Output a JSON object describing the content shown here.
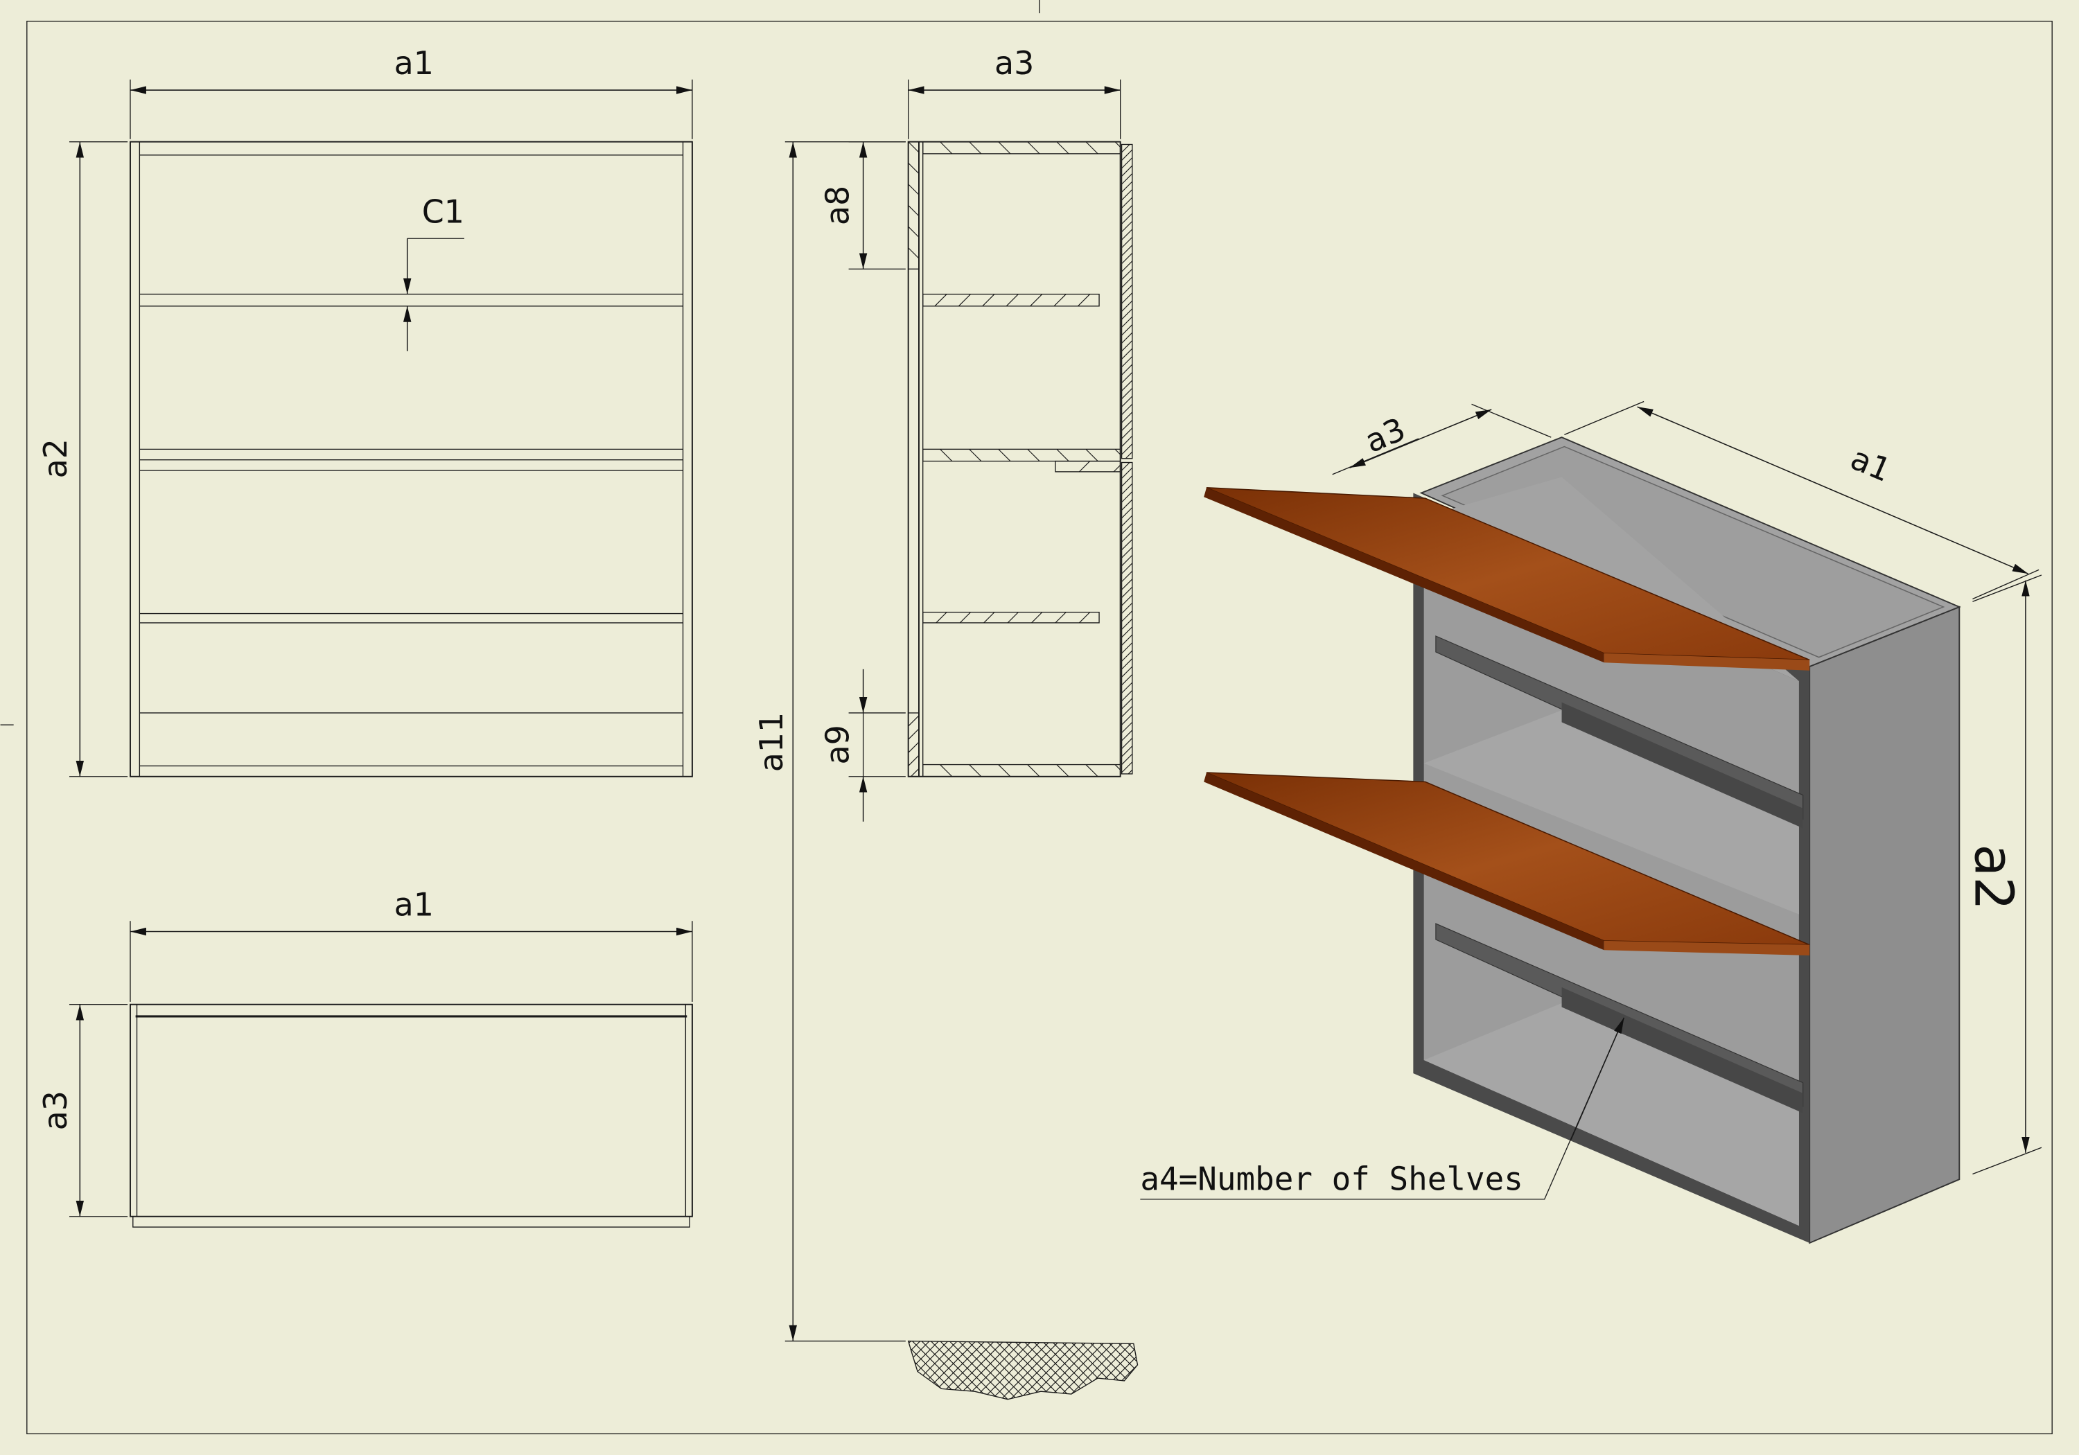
{
  "sheet": {
    "background": "#ededd8",
    "line_color": "#1a1a1a"
  },
  "front_view": {
    "width_label": "a1",
    "height_label": "a2",
    "clearance_label": "C1"
  },
  "plan_view": {
    "width_label": "a1",
    "depth_label": "a3"
  },
  "section_view": {
    "depth_label": "a3",
    "top_offset_label": "a8",
    "bottom_offset_label": "a9",
    "mount_height_label": "a11"
  },
  "iso_view": {
    "depth_label": "a3",
    "width_label": "a1",
    "height_label": "a2",
    "annotation": "a4=Number of Shelves",
    "colors": {
      "wood": "#8a3a0c",
      "wood_light": "#a4501a",
      "carcass": "#a0a0a0",
      "side": "#8e8e8e",
      "dark": "#474747"
    }
  }
}
